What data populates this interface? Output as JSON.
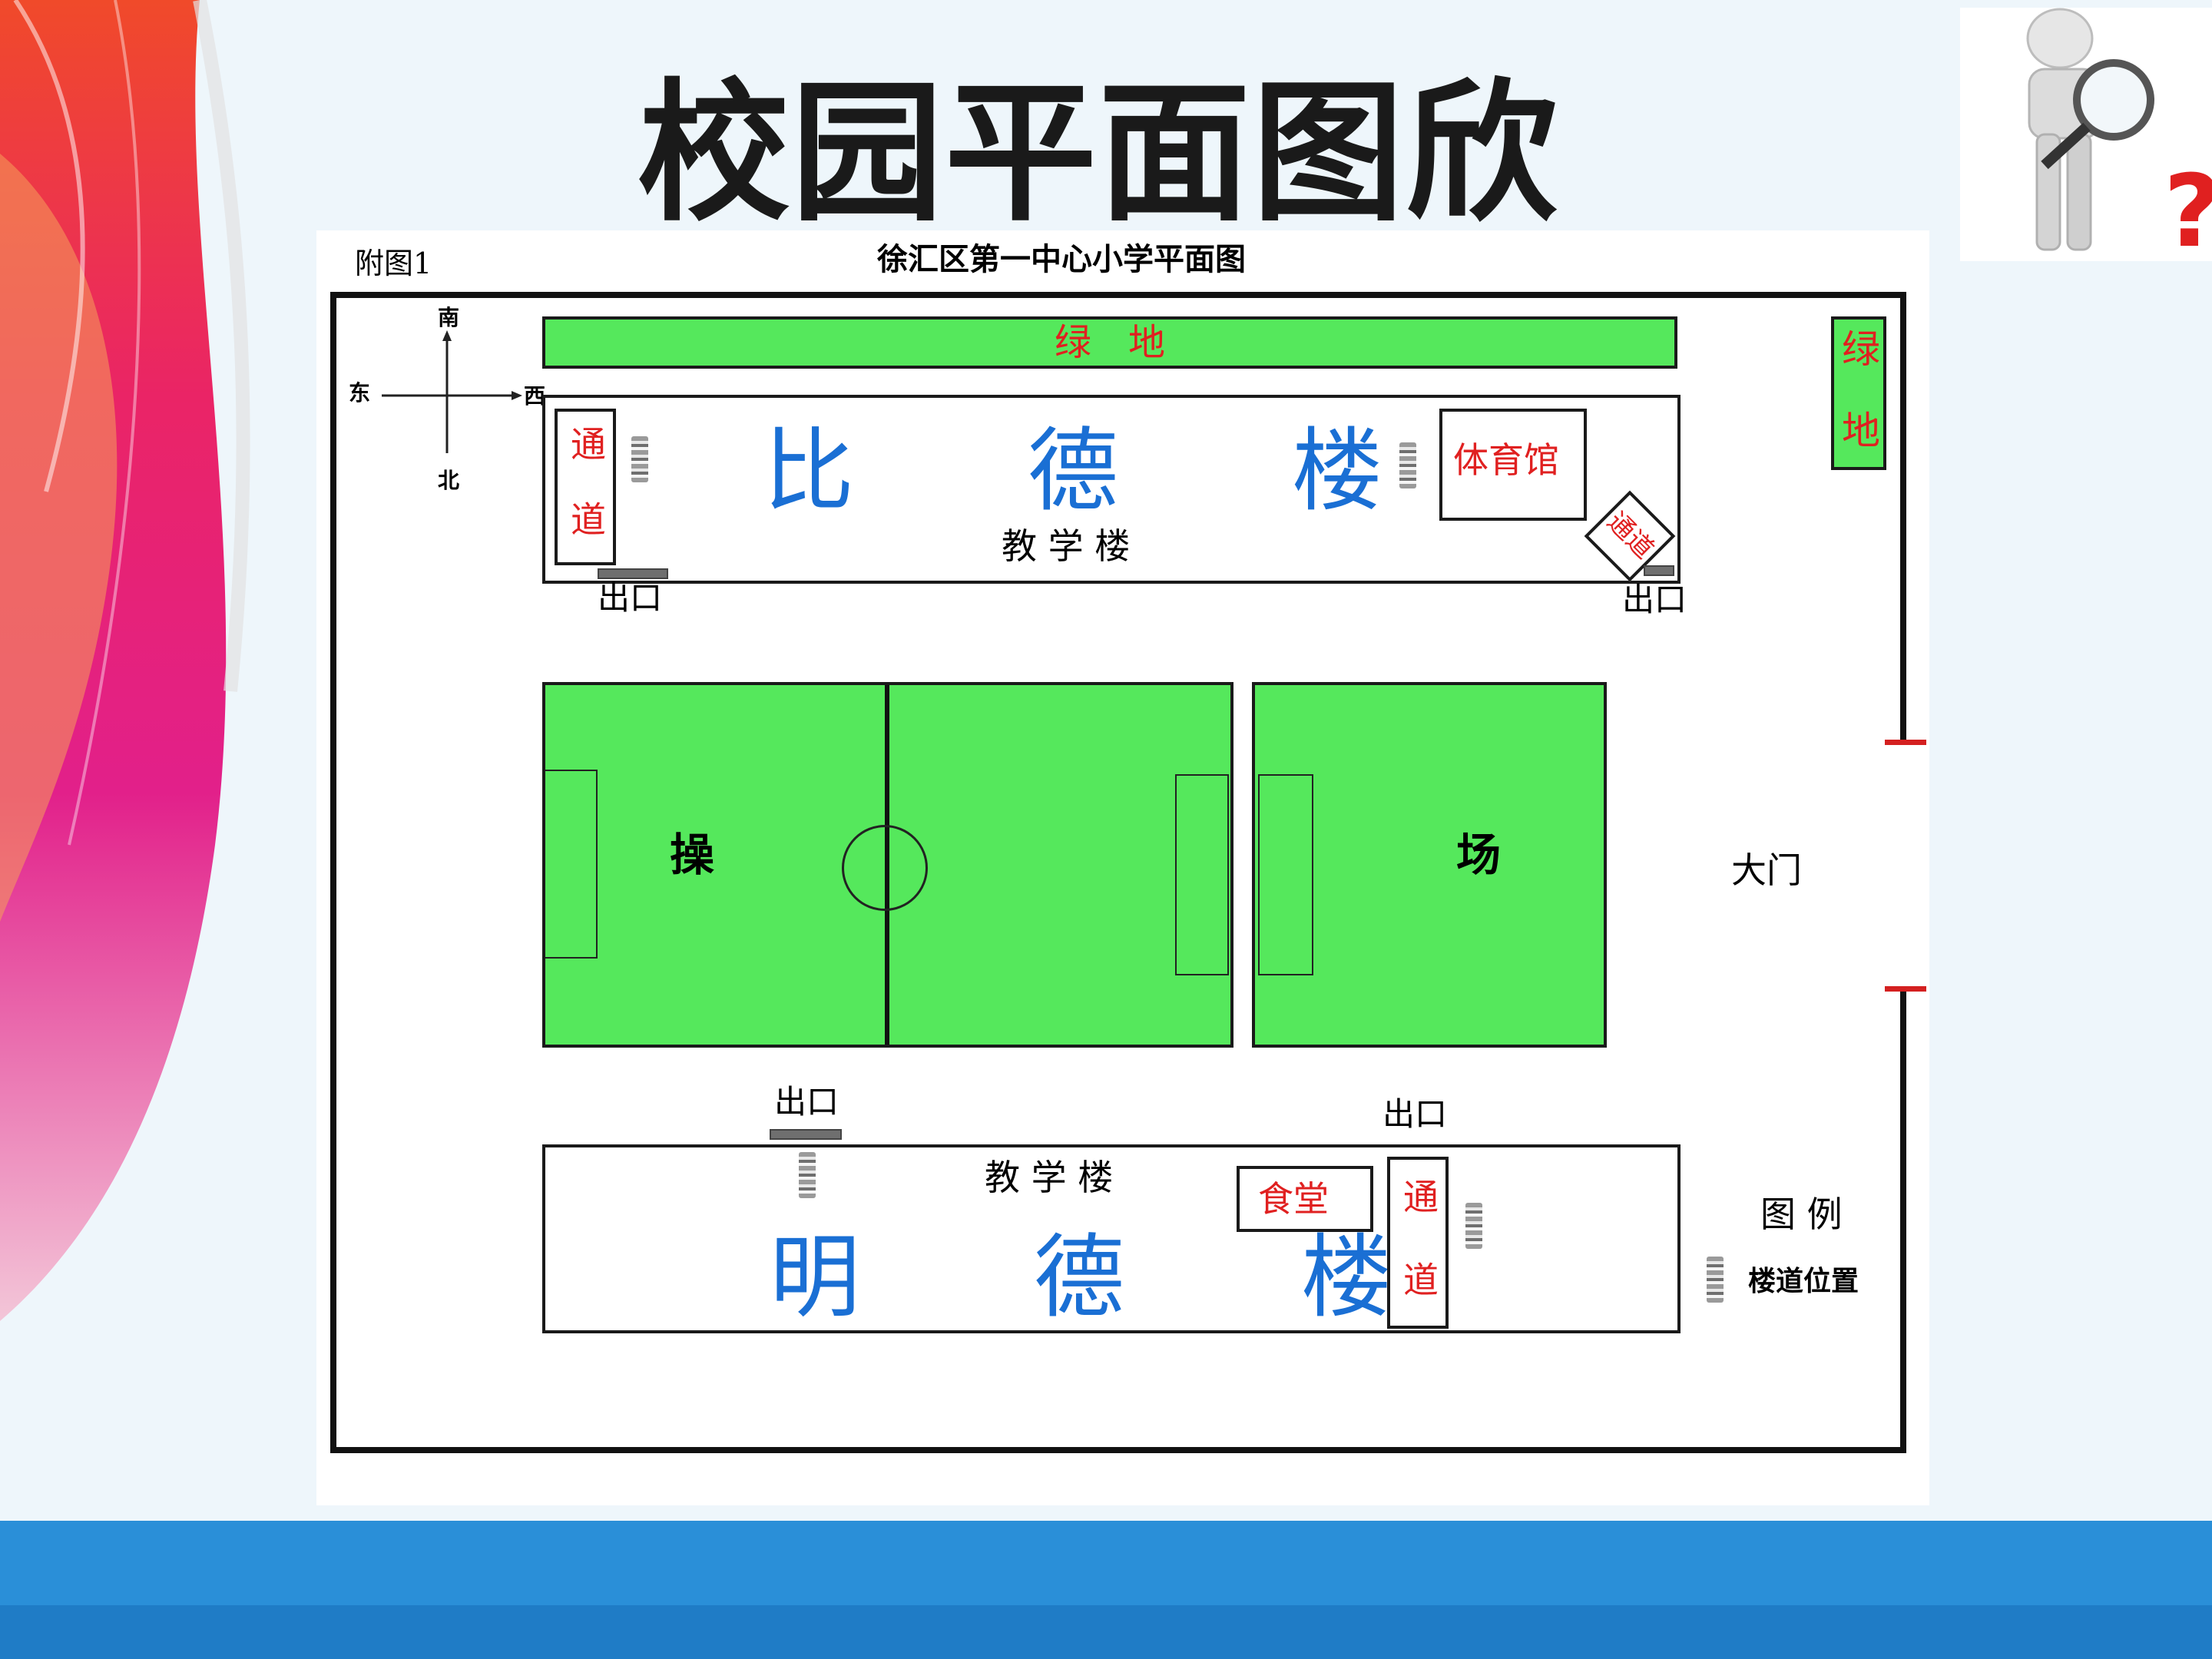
{
  "slide": {
    "title": "校园平面图欣赏"
  },
  "plan": {
    "figure_label": "附图1",
    "title": "徐汇区第一中心小学平面图",
    "compass": {
      "south": "南",
      "north": "北",
      "east": "东",
      "west": "西"
    },
    "top_green": "绿　地",
    "side_green_1": "绿",
    "side_green_2": "地",
    "bide": {
      "name_chars": [
        "比",
        "德",
        "楼"
      ],
      "sub": "教 学 楼",
      "passage": "通道",
      "gym": "体育馆",
      "passage_rotated": "通道",
      "exit_left": "出口",
      "exit_right": "出口"
    },
    "field": {
      "label_left": "操",
      "label_right": "场"
    },
    "gate": "大门",
    "mingde": {
      "name_chars": [
        "明",
        "德",
        "楼"
      ],
      "sub": "教 学 楼",
      "canteen": "食堂",
      "passage": "通道",
      "exit_left": "出口",
      "exit_right": "出口"
    },
    "legend": {
      "title": "图 例",
      "item": "楼道位置"
    },
    "colors": {
      "green": "#55e85c",
      "red_text": "#e02020",
      "blue_text": "#1a6fd4",
      "gate_mark": "#d42020"
    }
  }
}
